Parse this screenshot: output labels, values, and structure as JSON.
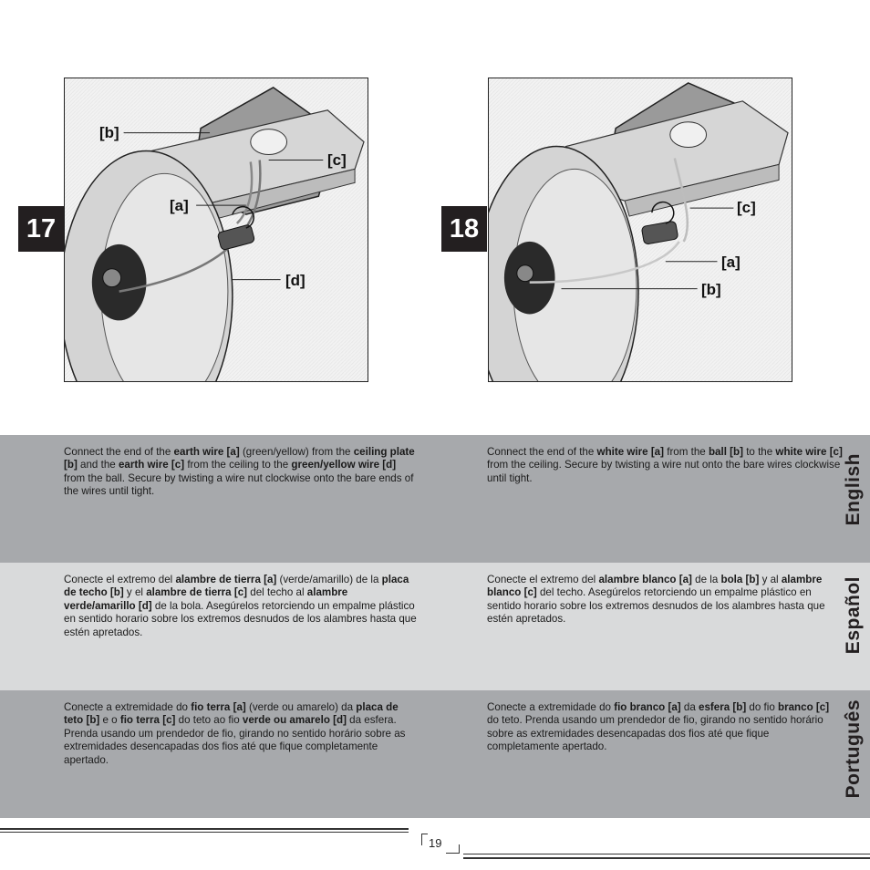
{
  "figures": {
    "fig17": {
      "step": "17",
      "labels": {
        "a": "[a]",
        "b": "[b]",
        "c": "[c]",
        "d": "[d]"
      }
    },
    "fig18": {
      "step": "18",
      "labels": {
        "a": "[a]",
        "b": "[b]",
        "c": "[c]"
      }
    }
  },
  "sections": {
    "english": {
      "label": "English",
      "left": [
        {
          "t": "Connect the end of the "
        },
        {
          "t": "earth wire [a]",
          "b": true
        },
        {
          "t": " (green/yellow) from the "
        },
        {
          "t": "ceiling plate [b]",
          "b": true
        },
        {
          "t": " and the "
        },
        {
          "t": "earth wire [c]",
          "b": true
        },
        {
          "t": " from the ceiling to the "
        },
        {
          "t": "green/yellow wire [d]",
          "b": true
        },
        {
          "t": " from the ball. Secure by twisting a wire nut clockwise onto the bare ends of the wires until tight."
        }
      ],
      "right": [
        {
          "t": "Connect the end of the "
        },
        {
          "t": "white wire [a]",
          "b": true
        },
        {
          "t": " from the "
        },
        {
          "t": "ball [b]",
          "b": true
        },
        {
          "t": " to the "
        },
        {
          "t": "white wire [c]",
          "b": true
        },
        {
          "t": " from the ceiling. Secure by twisting a wire nut onto the bare wires clockwise until tight."
        }
      ]
    },
    "espanol": {
      "label": "Español",
      "left": [
        {
          "t": "Conecte el extremo del "
        },
        {
          "t": "alambre de tierra [a]",
          "b": true
        },
        {
          "t": " (verde/amarillo) de la "
        },
        {
          "t": "placa de techo [b]",
          "b": true
        },
        {
          "t": " y el "
        },
        {
          "t": "alambre de tierra [c]",
          "b": true
        },
        {
          "t": " del techo al "
        },
        {
          "t": "alambre verde/amarillo [d]",
          "b": true
        },
        {
          "t": " de la bola. Asegúrelos retorciendo un empalme plástico en sentido horario sobre los extremos desnudos de los alambres hasta que estén apretados."
        }
      ],
      "right": [
        {
          "t": "Conecte el extremo del "
        },
        {
          "t": "alambre blanco [a]",
          "b": true
        },
        {
          "t": " de la "
        },
        {
          "t": "bola [b]",
          "b": true
        },
        {
          "t": " y al "
        },
        {
          "t": "alambre blanco [c]",
          "b": true
        },
        {
          "t": " del techo. Asegúrelos retorciendo un empalme plástico en sentido horario sobre los extremos desnudos de los alambres hasta que estén apretados."
        }
      ]
    },
    "portugues": {
      "label": "Português",
      "left": [
        {
          "t": "Conecte a extremidade do "
        },
        {
          "t": "fio terra [a]",
          "b": true
        },
        {
          "t": " (verde ou amarelo) da "
        },
        {
          "t": "placa de teto [b]",
          "b": true
        },
        {
          "t": " e o "
        },
        {
          "t": "fio terra [c]",
          "b": true
        },
        {
          "t": " do teto ao fio "
        },
        {
          "t": "verde ou amarelo [d]",
          "b": true
        },
        {
          "t": " da esfera. Prenda usando um prendedor de fio, girando no sentido horário sobre as extremidades desencapadas dos fios até que fique completamente apertado."
        }
      ],
      "right": [
        {
          "t": "Conecte a extremidade do "
        },
        {
          "t": "fio branco [a]",
          "b": true
        },
        {
          "t": " da "
        },
        {
          "t": "esfera [b]",
          "b": true
        },
        {
          "t": " do fio "
        },
        {
          "t": "branco [c]",
          "b": true
        },
        {
          "t": " do teto. Prenda usando um prendedor de fio, girando no sentido horário sobre as extremidades desencapadas dos fios até que fique completamente apertado."
        }
      ]
    }
  },
  "footer": {
    "page_number": "19"
  }
}
